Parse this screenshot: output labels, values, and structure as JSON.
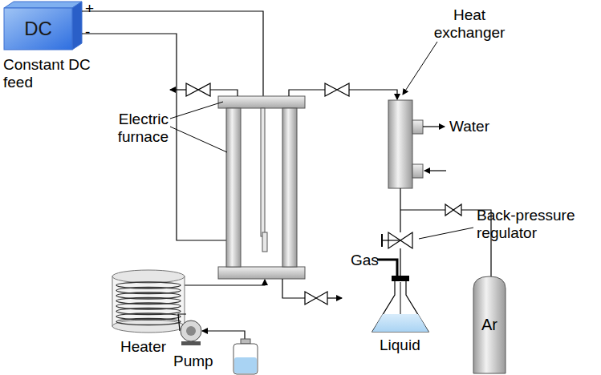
{
  "diagram": {
    "nodes": [
      {
        "text": [
          "DC"
        ]
      },
      {
        "text": [
          "Ar"
        ]
      }
    ],
    "labels": [
      "+",
      "-",
      "Constant DC feed",
      "Electric furnace",
      "Heat exchanger",
      "Water",
      "Back-pressure regulator",
      "Gas",
      "Liquid",
      "Heater",
      "Pump"
    ]
  }
}
